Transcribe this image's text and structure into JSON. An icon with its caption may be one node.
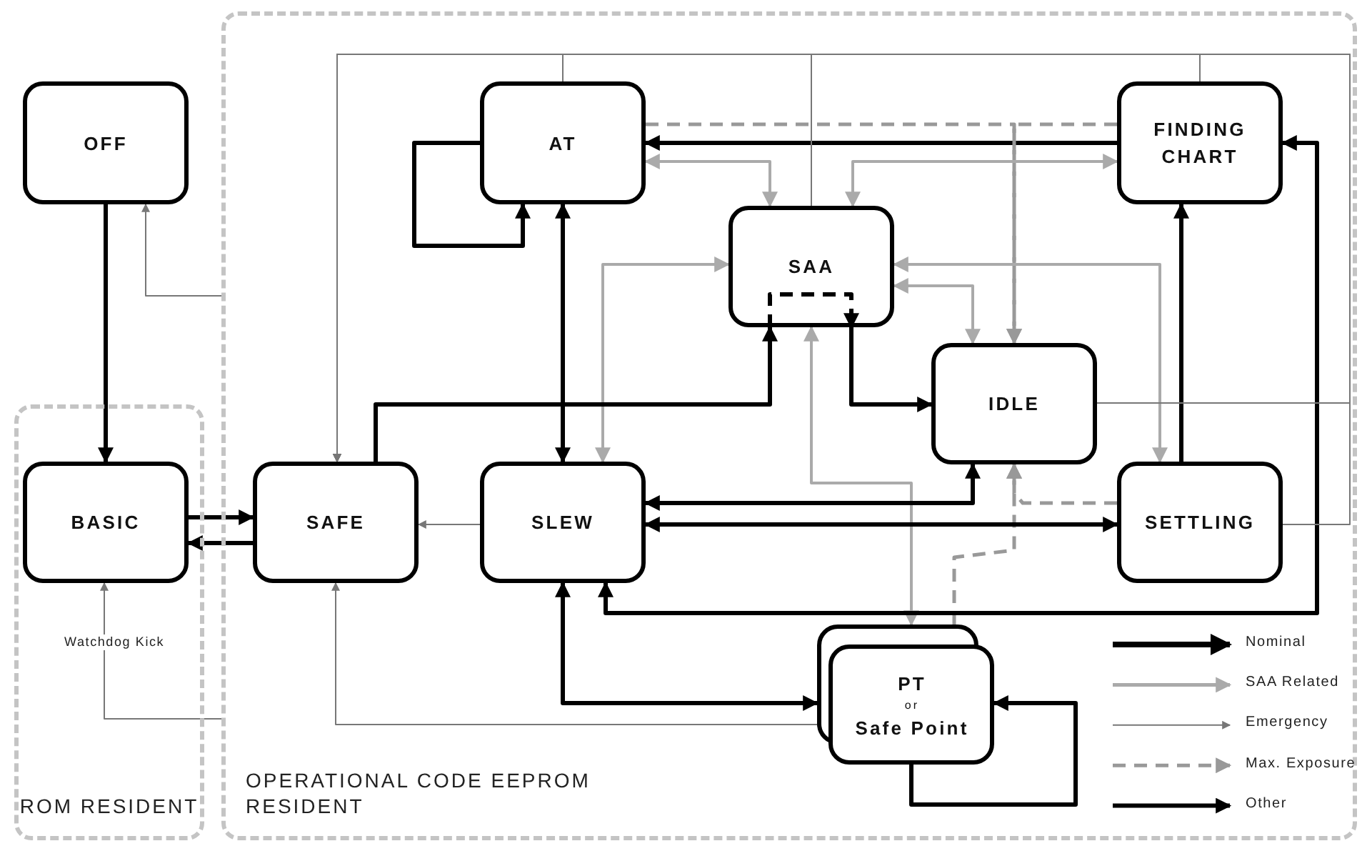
{
  "diagram": {
    "nodes": [
      {
        "text": [
          "ROM RESIDENT"
        ]
      },
      {
        "text": [
          "OPERATIONAL CODE EEPROM RESIDENT"
        ]
      },
      {
        "text": [
          "OFF"
        ]
      },
      {
        "text": [
          "AT"
        ],
        "in": 1
      },
      {
        "text": [
          "FINDING CHART"
        ],
        "in": 1
      },
      {
        "text": [
          "SAA"
        ],
        "in": 1
      },
      {
        "text": [
          "IDLE"
        ],
        "in": 1
      },
      {
        "text": [
          "BASIC"
        ],
        "in": 0
      },
      {
        "text": [
          "SAFE"
        ],
        "in": 1
      },
      {
        "text": [
          "SLEW"
        ],
        "in": 1
      },
      {
        "text": [
          "SETTLING"
        ],
        "in": 1
      },
      {
        "text": [
          "PT",
          "or",
          "Safe Point"
        ],
        "in": 1
      }
    ],
    "edges": [
      {
        "from": 2,
        "to": 7,
        "arrow": "to"
      },
      {
        "from": 7,
        "to": 8,
        "arrow": "to"
      },
      {
        "from": 8,
        "to": 7,
        "arrow": "to"
      },
      {
        "from": 3,
        "to": 3,
        "arrow": "to"
      },
      {
        "from": 3,
        "to": 9,
        "arrow": "both"
      },
      {
        "from": 4,
        "to": 3,
        "arrow": "to"
      },
      {
        "from": 3,
        "to": 6,
        "arrow": "to",
        "style": "dashed",
        "color": "#999999"
      },
      {
        "from": 4,
        "to": 6,
        "arrow": "to",
        "style": "dashed",
        "color": "#999999"
      },
      {
        "from": 10,
        "to": 6,
        "arrow": "to",
        "style": "dashed",
        "color": "#999999"
      },
      {
        "from": 11,
        "to": 6,
        "arrow": "to",
        "style": "dashed",
        "color": "#999999"
      },
      {
        "from": 3,
        "to": 5,
        "arrow": "both",
        "color": "#aaaaaa"
      },
      {
        "from": 4,
        "to": 5,
        "arrow": "both",
        "color": "#aaaaaa"
      },
      {
        "from": 9,
        "to": 5,
        "arrow": "both",
        "color": "#aaaaaa"
      },
      {
        "from": 5,
        "to": 6,
        "arrow": "both",
        "color": "#aaaaaa"
      },
      {
        "from": 5,
        "to": 10,
        "arrow": "both",
        "color": "#aaaaaa"
      },
      {
        "from": 5,
        "to": 11,
        "arrow": "both",
        "color": "#aaaaaa"
      },
      {
        "from": 8,
        "to": 5,
        "arrow": "to"
      },
      {
        "from": 5,
        "to": 5,
        "arrow": "to",
        "style": "dashed"
      },
      {
        "from": 5,
        "to": 6,
        "arrow": "to"
      },
      {
        "from": 9,
        "to": 6,
        "arrow": "both"
      },
      {
        "from": 9,
        "to": 10,
        "arrow": "both"
      },
      {
        "from": 10,
        "to": 4,
        "arrow": "to"
      },
      {
        "from": 9,
        "to": 4,
        "arrow": "both"
      },
      {
        "from": 9,
        "to": 11,
        "arrow": "both"
      },
      {
        "from": 11,
        "to": 11,
        "arrow": "to"
      },
      {
        "from": 9,
        "to": 8,
        "arrow": "to",
        "color": "#777777"
      },
      {
        "from": 11,
        "to": 8,
        "arrow": "to",
        "color": "#777777"
      },
      {
        "from": 3,
        "to": 8,
        "arrow": "to",
        "color": "#777777"
      },
      {
        "from": 5,
        "to": 8,
        "arrow": "to",
        "color": "#777777"
      },
      {
        "from": 4,
        "to": 8,
        "arrow": "to",
        "color": "#777777"
      },
      {
        "from": 6,
        "to": 8,
        "arrow": "to",
        "color": "#777777"
      },
      {
        "from": 10,
        "to": 8,
        "arrow": "to",
        "color": "#777777"
      },
      {
        "from": 1,
        "to": 2,
        "arrow": "to",
        "color": "#777777"
      },
      {
        "from": 1,
        "to": 7,
        "arrow": "to",
        "label": "Watchdog Kick",
        "color": "#777777"
      }
    ],
    "legend": [
      {
        "text": "Nominal"
      },
      {
        "text": "SAA Related"
      },
      {
        "text": "Emergency"
      },
      {
        "text": "Max. Exposure"
      },
      {
        "text": "Other"
      }
    ]
  }
}
